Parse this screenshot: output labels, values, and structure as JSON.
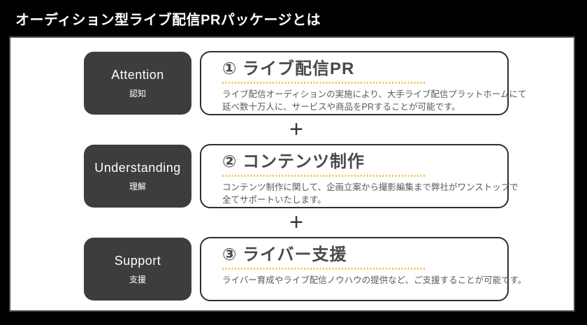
{
  "header": {
    "title": "オーディション型ライブ配信PRパッケージとは"
  },
  "colors": {
    "background": "#000000",
    "panel_background": "#ffffff",
    "panel_border": "#4a4a4a",
    "stage_box_background": "#3d3d3d",
    "stage_box_text": "#ffffff",
    "info_box_border": "#2e2e2e",
    "heading_text": "#4a4a4a",
    "body_text": "#595959",
    "accent_dotted_underline": "#f0c64c",
    "plus_sign": "#3a3a3a"
  },
  "rows": [
    {
      "stage_en": "Attention",
      "stage_ja": "認知",
      "heading": "① ライブ配信PR",
      "desc": [
        "ライブ配信オーディションの実施により、大手ライブ配信プラットホームにて",
        "延べ数十万人に、サービスや商品をPRすることが可能です。"
      ]
    },
    {
      "stage_en": "Understanding",
      "stage_ja": "理解",
      "heading": "② コンテンツ制作",
      "desc": [
        "コンテンツ制作に関して、企画立案から撮影編集まで弊社がワンストップで",
        "全てサポートいたします。"
      ]
    },
    {
      "stage_en": "Support",
      "stage_ja": "支援",
      "heading": "③ ライバー支援",
      "desc": [
        "ライバー育成やライブ配信ノウハウの提供など、ご支援することが可能です。",
        ""
      ]
    }
  ],
  "separators": [
    "+",
    "+"
  ]
}
